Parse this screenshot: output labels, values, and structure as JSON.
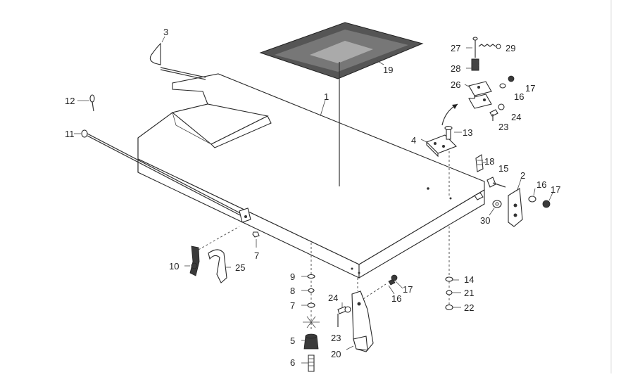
{
  "callouts": {
    "c1": "1",
    "c2": "2",
    "c3": "3",
    "c4": "4",
    "c5": "5",
    "c6": "6",
    "c7a": "7",
    "c7b": "7",
    "c8": "8",
    "c9": "9",
    "c10": "10",
    "c11": "11",
    "c12": "12",
    "c13": "13",
    "c14": "14",
    "c15": "15",
    "c16a": "16",
    "c16b": "16",
    "c16c": "16",
    "c17a": "17",
    "c17b": "17",
    "c17c": "17",
    "c18": "18",
    "c19": "19",
    "c20": "20",
    "c21": "21",
    "c22": "22",
    "c23a": "23",
    "c23b": "23",
    "c24a": "24",
    "c24b": "24",
    "c25": "25",
    "c26": "26",
    "c27": "27",
    "c28": "28",
    "c29": "29",
    "c30": "30"
  }
}
